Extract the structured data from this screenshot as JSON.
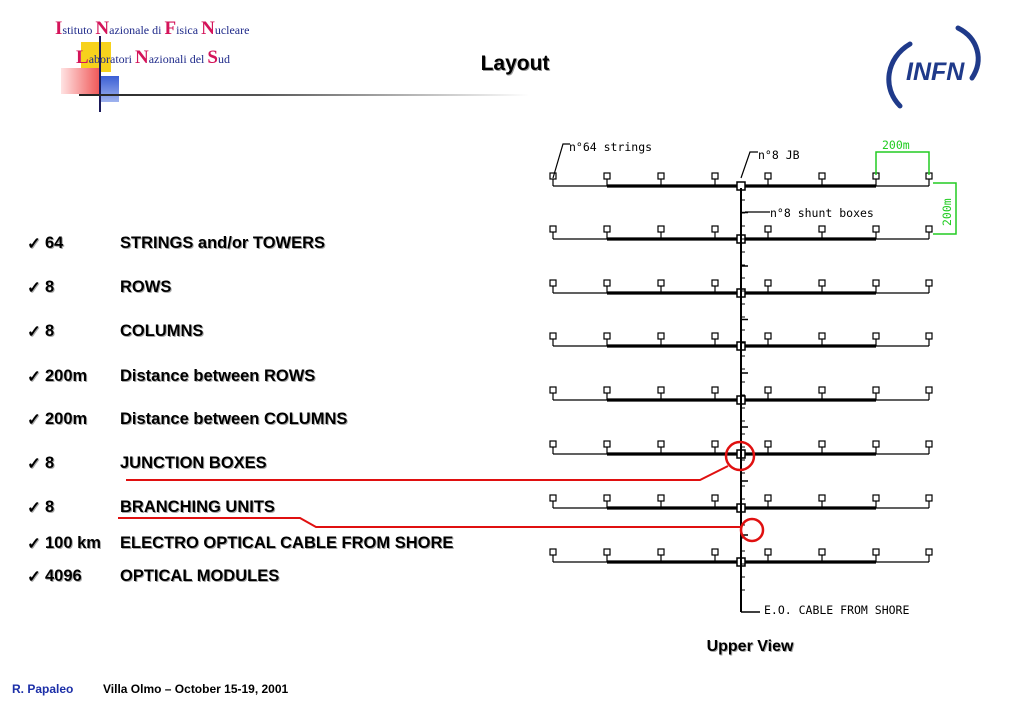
{
  "header": {
    "institute_line1": [
      {
        "cap": "I",
        "rest": "stituto "
      },
      {
        "cap": "N",
        "rest": "azionale di "
      },
      {
        "cap": "F",
        "rest": "isica "
      },
      {
        "cap": "N",
        "rest": "ucleare"
      }
    ],
    "institute_line2": [
      {
        "cap": "L",
        "rest": "aboratori "
      },
      {
        "cap": "N",
        "rest": "azionali del "
      },
      {
        "cap": "S",
        "rest": "ud"
      }
    ],
    "title": "Layout",
    "logo_text": "INFN"
  },
  "items": [
    {
      "check": "✓",
      "number": "64",
      "label": "STRINGS and/or TOWERS"
    },
    {
      "check": "✓",
      "number": "8",
      "label": "ROWS"
    },
    {
      "check": "✓",
      "number": "8",
      "label": "COLUMNS"
    },
    {
      "check": "✓",
      "number": "200m",
      "label": "Distance between ROWS"
    },
    {
      "check": "✓",
      "number": "200m",
      "label": "Distance between COLUMNS"
    },
    {
      "check": "✓",
      "number": "8",
      "label": "JUNCTION BOXES"
    },
    {
      "check": "✓",
      "number": "8",
      "label": "BRANCHING UNITS"
    },
    {
      "check": "✓",
      "number": "100 km",
      "label": "ELECTRO OPTICAL CABLE FROM SHORE"
    },
    {
      "check": "✓",
      "number": "4096",
      "label": "OPTICAL MODULES"
    }
  ],
  "diagram": {
    "label_strings": "n°64 strings",
    "label_jb": "n°8 JB",
    "label_shunt": "n°8 shunt boxes",
    "label_dist_h": "200m",
    "label_dist_v": "200m",
    "label_cable": "E.O. CABLE FROM SHORE",
    "caption": "Upper View",
    "highlight_color": "#e01010",
    "dimension_color": "#22cc22"
  },
  "footer": {
    "author": "R. Papaleo",
    "event": "Villa Olmo – October 15-19, 2001"
  }
}
